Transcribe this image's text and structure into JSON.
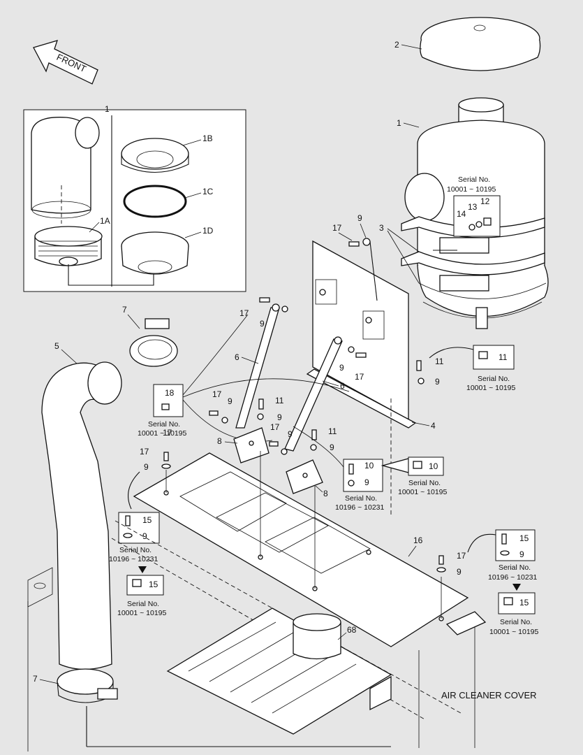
{
  "direction": {
    "label": "FRONT"
  },
  "title": "AIR CLEANER COVER",
  "callouts": {
    "c1_top": "1",
    "c1": "1",
    "c1a": "1A",
    "c1b": "1B",
    "c1c": "1C",
    "c1d": "1D",
    "c2": "2",
    "c3": "3",
    "c4": "4",
    "c5": "5",
    "c6a": "6",
    "c6b": "6",
    "c7a": "7",
    "c7b": "7",
    "c8a": "8",
    "c8b": "8",
    "c9a": "9",
    "c9b": "9",
    "c9c": "9",
    "c9d": "9",
    "c9e": "9",
    "c9f": "9",
    "c9g": "9",
    "c9h": "9",
    "c9i": "9",
    "c9j": "9",
    "c9k": "9",
    "c9l": "9",
    "c9m": "9",
    "c10a": "10",
    "c10b": "10",
    "c11a": "11",
    "c11b": "11",
    "c11c": "11",
    "c11d": "11",
    "c12": "12",
    "c13": "13",
    "c14": "14",
    "c15a": "15",
    "c15b": "15",
    "c15c": "15",
    "c15d": "15",
    "c16": "16",
    "c17a": "17",
    "c17b": "17",
    "c17c": "17",
    "c17d": "17",
    "c17e": "17",
    "c17f": "17",
    "c17g": "17",
    "c17h": "17",
    "c18": "18",
    "c68": "68"
  },
  "serial_notes": {
    "s1_label": "Serial No.",
    "s1_range": "10001 ~ 10195",
    "s2_label": "Serial No.",
    "s2_range": "10001 ~ 10195",
    "s3_label": "Serial No.",
    "s3_range": "10001 ~ 10195",
    "s4_label": "Serial No.",
    "s4_range": "10196 ~ 10231",
    "s5_label": "Serial No.",
    "s5_range": "10001 ~ 10195",
    "s6_label": "Serial No.",
    "s6_range": "10196 ~ 10231",
    "s7_label": "Serial No.",
    "s7_range": "10001 ~ 10195",
    "s8_label": "Serial No.",
    "s8_range": "10196 ~ 10231",
    "s9_label": "Serial No.",
    "s9_range": "10001 ~ 10195"
  }
}
